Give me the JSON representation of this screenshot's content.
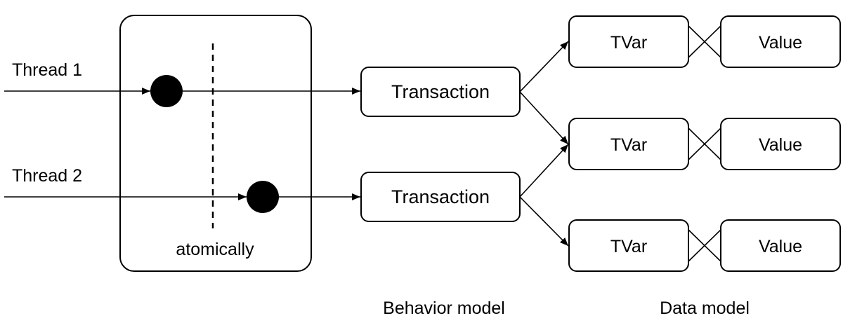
{
  "threads": [
    {
      "label": "Thread 1"
    },
    {
      "label": "Thread 2"
    }
  ],
  "atomic_block": {
    "label": "atomically"
  },
  "behavior_model": {
    "caption": "Behavior model",
    "transactions": [
      {
        "label": "Transaction"
      },
      {
        "label": "Transaction"
      }
    ]
  },
  "data_model": {
    "caption": "Data model",
    "tvars": [
      {
        "label": "TVar",
        "value_label": "Value"
      },
      {
        "label": "TVar",
        "value_label": "Value"
      },
      {
        "label": "TVar",
        "value_label": "Value"
      }
    ]
  },
  "colors": {
    "stroke": "#000000",
    "background": "#ffffff"
  }
}
